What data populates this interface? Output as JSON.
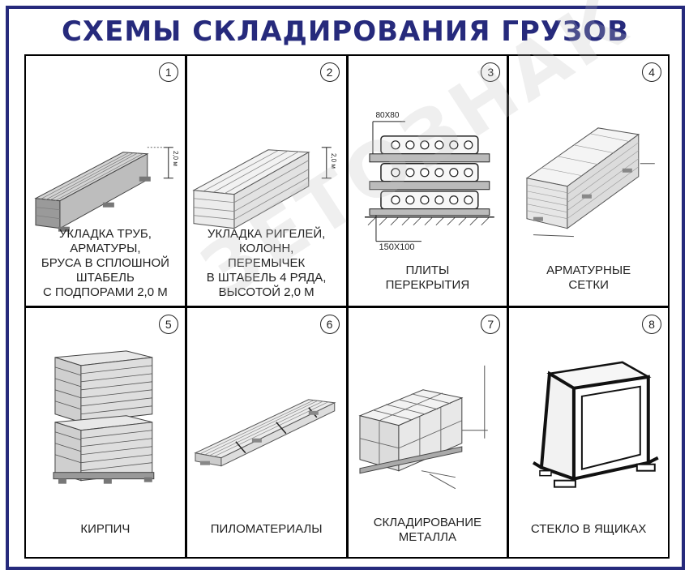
{
  "title": "СХЕМЫ СКЛАДИРОВАНИЯ ГРУЗОВ",
  "colors": {
    "frame": "#262a7c",
    "title": "#262a7c",
    "grid_lines": "#000000"
  },
  "cells": [
    {
      "number": "1",
      "icon": "pipes-stack-icon",
      "dim_label": "2,0 м",
      "caption": [
        "УКЛАДКА ТРУБ,",
        "АРМАТУРЫ,",
        "БРУСА В СПЛОШНОЙ",
        "ШТАБЕЛЬ",
        "С ПОДПОРАМИ 2,0 М"
      ]
    },
    {
      "number": "2",
      "icon": "beams-stack-icon",
      "dim_label": "2,0 м",
      "caption": [
        "УКЛАДКА РИГЕЛЕЙ,",
        "КОЛОНН,",
        "ПЕРЕМЫЧЕК",
        "В ШТАБЕЛЬ 4 РЯДА,",
        "ВЫСОТОЙ 2,0 М"
      ]
    },
    {
      "number": "3",
      "icon": "floor-slabs-icon",
      "dim_top": "80Х80",
      "dim_bottom": "150Х100",
      "caption": [
        "ПЛИТЫ",
        "ПЕРЕКРЫТИЯ"
      ]
    },
    {
      "number": "4",
      "icon": "rebar-mesh-icon",
      "caption": [
        "АРМАТУРНЫЕ",
        "СЕТКИ"
      ]
    },
    {
      "number": "5",
      "icon": "brick-pallets-icon",
      "caption": [
        "КИРПИЧ"
      ]
    },
    {
      "number": "6",
      "icon": "lumber-icon",
      "caption": [
        "ПИЛОМАТЕРИАЛЫ"
      ]
    },
    {
      "number": "7",
      "icon": "metal-boxes-icon",
      "caption": [
        "СКЛАДИРОВАНИЕ",
        "МЕТАЛЛА"
      ]
    },
    {
      "number": "8",
      "icon": "glass-crate-icon",
      "caption": [
        "СТЕКЛО В ЯЩИКАХ"
      ]
    }
  ],
  "watermark": "ЗЕТОЗНАК"
}
